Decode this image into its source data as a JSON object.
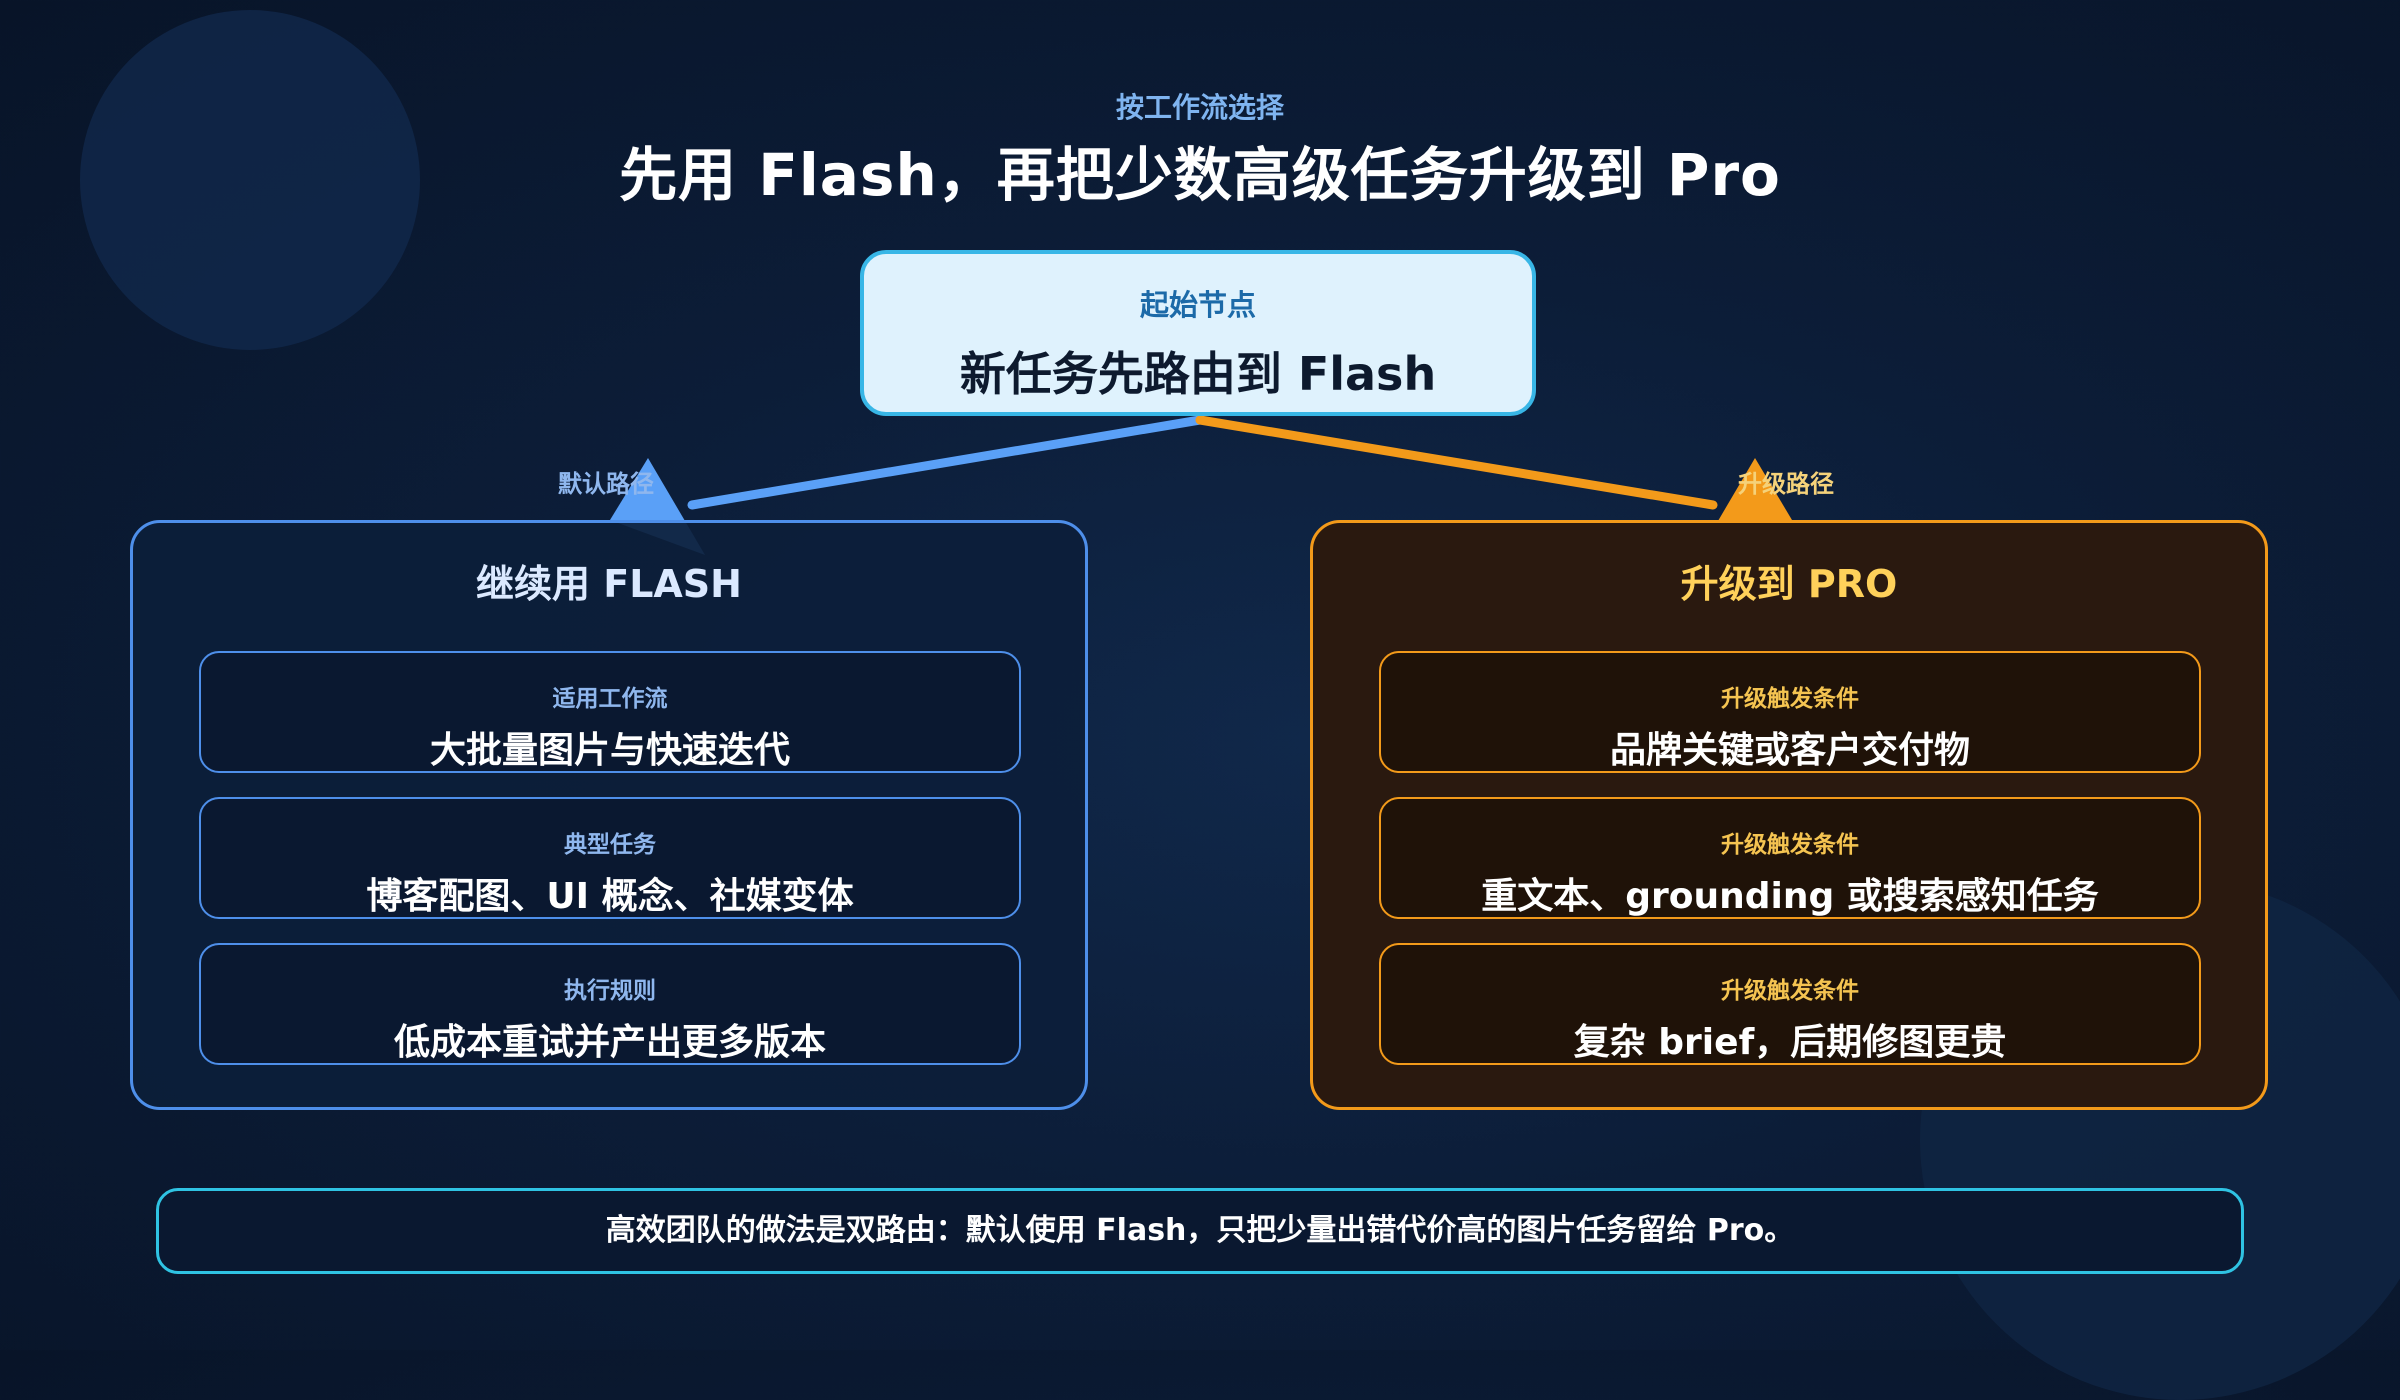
{
  "header": {
    "kicker": "按工作流选择",
    "title": "先用 Flash，再把少数高级任务升级到 Pro"
  },
  "start_node": {
    "eyebrow": "起始节点",
    "label": "新任务先路由到 Flash"
  },
  "paths": {
    "left_tag": "默认路径",
    "right_tag": "升级路径"
  },
  "colors": {
    "flash_accent": "#4e8fea",
    "flash_arrow": "#5aa0f7",
    "pro_accent": "#f39a1a",
    "pro_title": "#ffd15a",
    "start_border": "#38b6e6",
    "footer_border": "#2fc3e3"
  },
  "flash_panel": {
    "title": "继续用 FLASH",
    "cards": [
      {
        "eyebrow": "适用工作流",
        "text": "大批量图片与快速迭代"
      },
      {
        "eyebrow": "典型任务",
        "text": "博客配图、UI 概念、社媒变体"
      },
      {
        "eyebrow": "执行规则",
        "text": "低成本重试并产出更多版本"
      }
    ]
  },
  "pro_panel": {
    "title": "升级到 PRO",
    "cards": [
      {
        "eyebrow": "升级触发条件",
        "text": "品牌关键或客户交付物"
      },
      {
        "eyebrow": "升级触发条件",
        "text": "重文本、grounding 或搜索感知任务"
      },
      {
        "eyebrow": "升级触发条件",
        "text": "复杂 brief，后期修图更贵"
      }
    ]
  },
  "footer": {
    "text": "高效团队的做法是双路由：默认使用 Flash，只把少量出错代价高的图片任务留给 Pro。"
  }
}
